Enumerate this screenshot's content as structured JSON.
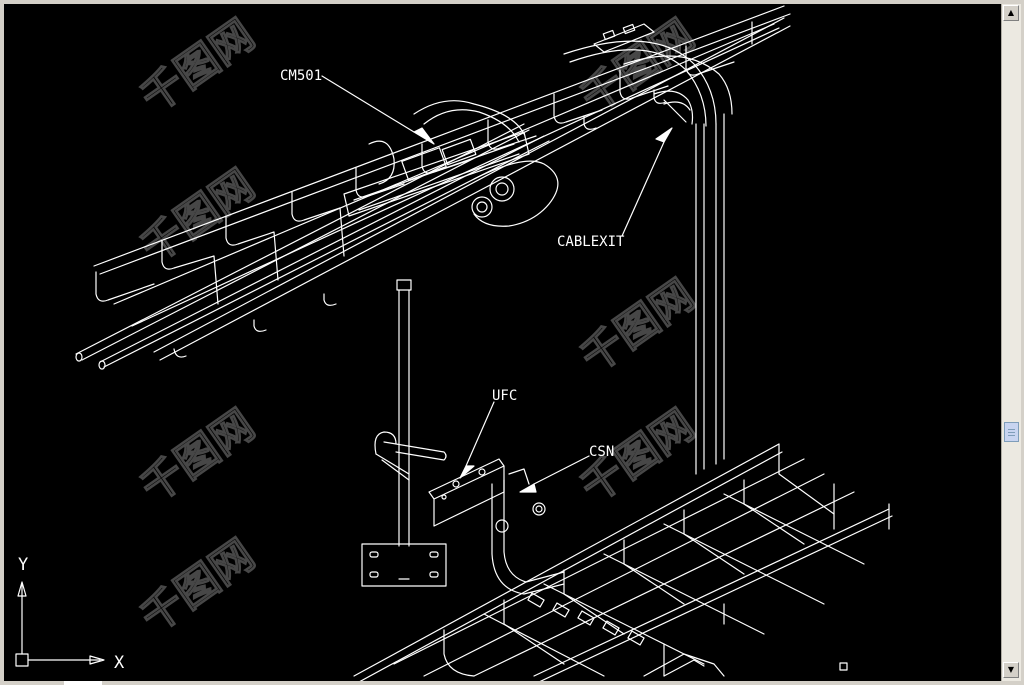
{
  "drawing": {
    "labels": {
      "cm501": "CM501",
      "cablexit": "CABLEXIT",
      "ufc": "UFC",
      "csn": "CSN"
    },
    "ucs": {
      "y_label": "Y",
      "x_label": "X"
    },
    "watermark": "千图网"
  },
  "colors": {
    "canvas": "#000000",
    "linework": "#ffffff",
    "chrome": "#d4d0c8",
    "watermark": "#505050"
  },
  "icons": {
    "scroll_up": "triangle-up-icon",
    "scroll_down": "triangle-down-icon",
    "ucs": "ucs-axis-icon"
  }
}
